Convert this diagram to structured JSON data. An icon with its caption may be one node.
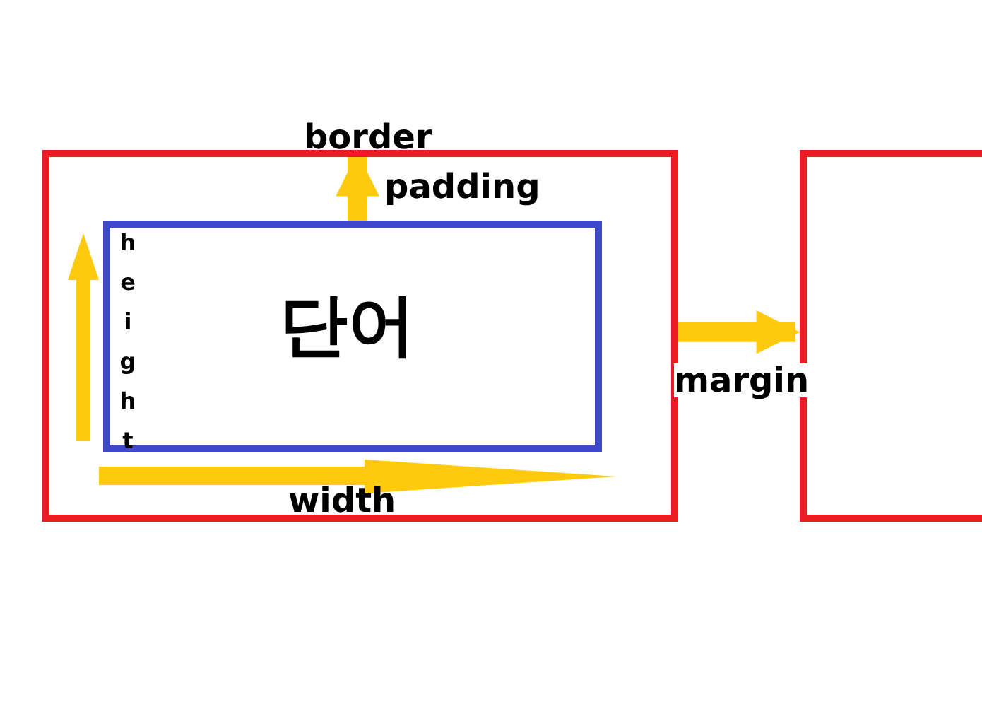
{
  "diagram": {
    "nodes": [
      {
        "text": [
          "border"
        ]
      },
      {
        "text": [
          "단어"
        ],
        "in": 0
      },
      {
        "text": [],
        "shape": "box"
      }
    ],
    "edges": [
      {
        "from": 1,
        "to": 0,
        "arrow": "to",
        "label": "padding"
      },
      {
        "from": 0,
        "to": 2,
        "arrow": "to",
        "label": "margin"
      }
    ],
    "labels": [
      "height",
      "width"
    ]
  }
}
